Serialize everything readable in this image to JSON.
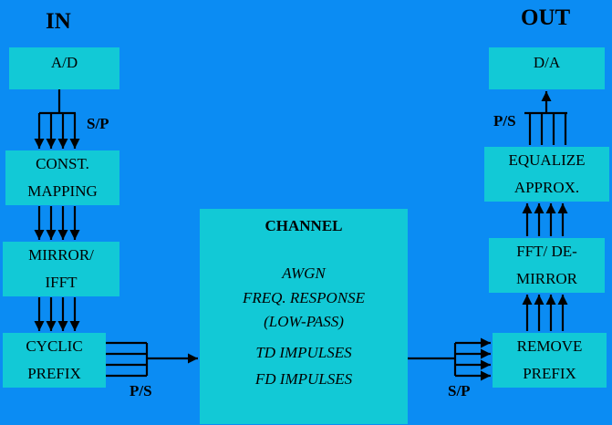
{
  "headings": {
    "in": "IN",
    "out": "OUT"
  },
  "blocks": {
    "ad": "A/D",
    "const_mapping": [
      "CONST.",
      "MAPPING"
    ],
    "mirror_ifft": [
      "MIRROR/",
      "IFFT"
    ],
    "cyclic_prefix": [
      "CYCLIC",
      "PREFIX"
    ],
    "channel": {
      "title": "CHANNEL",
      "lines": [
        "AWGN",
        "FREQ. RESPONSE",
        "(LOW-PASS)",
        "TD IMPULSES",
        "FD IMPULSES"
      ]
    },
    "remove_prefix": [
      "REMOVE",
      "PREFIX"
    ],
    "fft_demirror": [
      "FFT/ DE-",
      "MIRROR"
    ],
    "equalize": [
      "EQUALIZE",
      "APPROX."
    ],
    "da": "D/A"
  },
  "converters": {
    "sp_in": "S/P",
    "ps_in": "P/S",
    "sp_out": "S/P",
    "ps_out": "P/S"
  },
  "colors": {
    "background": "#0b8cf3",
    "block": "#12c9d6",
    "line": "#000000"
  }
}
